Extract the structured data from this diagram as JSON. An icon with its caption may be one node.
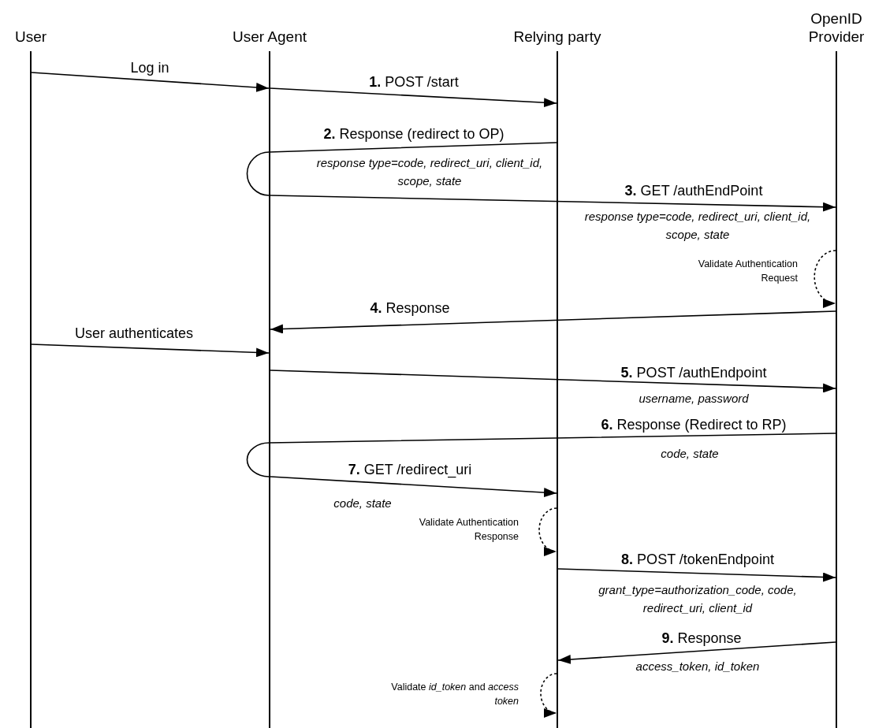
{
  "diagram": {
    "nodes": [
      {
        "text": [
          "User"
        ]
      },
      {
        "text": [
          "User Agent"
        ]
      },
      {
        "text": [
          "Relying party"
        ]
      },
      {
        "text": [
          "OpenID Provider"
        ]
      }
    ],
    "edges": [
      {
        "from": 0,
        "to": 1,
        "arrow": "to",
        "label": "Log in"
      },
      {
        "from": 1,
        "to": 2,
        "arrow": "to",
        "label": "**1.** POST /start"
      },
      {
        "from": 2,
        "to": 1,
        "arrow": "none",
        "label": "**2.** Response (redirect to OP)"
      },
      {
        "from": 1,
        "to": 3,
        "arrow": "to",
        "label": "**3.** GET /authEndPoint"
      },
      {
        "from": 3,
        "to": 3,
        "arrow": "to",
        "style": "dashed",
        "label": "Validate Authentication Request"
      },
      {
        "from": 3,
        "to": 1,
        "arrow": "to",
        "label": "**4.** Response"
      },
      {
        "from": 0,
        "to": 1,
        "arrow": "to",
        "label": "User authenticates"
      },
      {
        "from": 1,
        "to": 3,
        "arrow": "to",
        "label": "**5.** POST /authEndpoint"
      },
      {
        "from": 3,
        "to": 1,
        "arrow": "none",
        "label": "**6.** Response (Redirect to RP)"
      },
      {
        "from": 1,
        "to": 2,
        "arrow": "to",
        "label": "**7.** GET /redirect_uri"
      },
      {
        "from": 2,
        "to": 2,
        "arrow": "to",
        "style": "dashed",
        "label": "Validate Authentication Response"
      },
      {
        "from": 2,
        "to": 3,
        "arrow": "to",
        "label": "**8.** POST /tokenEndpoint"
      },
      {
        "from": 3,
        "to": 2,
        "arrow": "to",
        "label": "**9.** Response"
      },
      {
        "from": 2,
        "to": 2,
        "arrow": "to",
        "style": "dashed",
        "label": "Validate *id_token* and *access token*"
      }
    ],
    "labels": [
      "response type=code, redirect_uri, client_id, scope, state",
      "response type=code, redirect_uri, client_id, scope, state",
      "username, password",
      "code, state",
      "code, state",
      "grant_type=authorization_code, code, redirect_uri, client_id",
      "access_token, id_token"
    ]
  }
}
